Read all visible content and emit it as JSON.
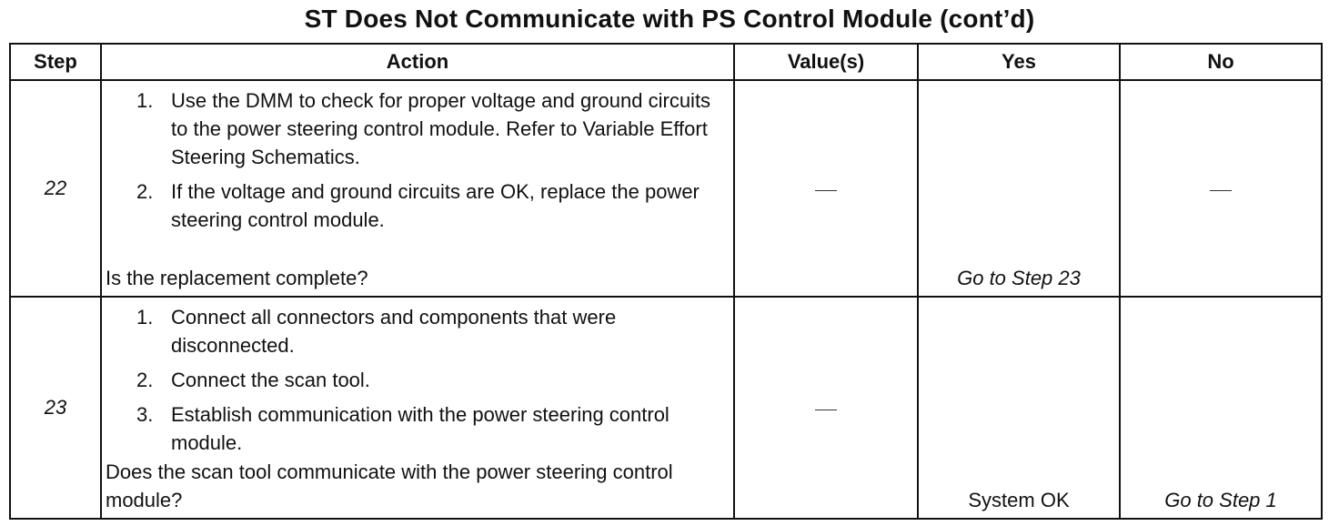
{
  "title": "ST Does Not Communicate with PS Control Module (cont’d)",
  "headers": {
    "step": "Step",
    "action": "Action",
    "values": "Value(s)",
    "yes": "Yes",
    "no": "No"
  },
  "rows": [
    {
      "step": "22",
      "actions": [
        {
          "num": "1.",
          "text": "Use the DMM to check for proper voltage and ground circuits to the power steering control module. Refer to Variable Effort Steering Schematics."
        },
        {
          "num": "2.",
          "text": "If the voltage and ground circuits are OK, replace the power steering control module."
        }
      ],
      "question": "Is the replacement complete?",
      "value": "—",
      "yes": "Go to Step 23",
      "no": "—"
    },
    {
      "step": "23",
      "actions": [
        {
          "num": "1.",
          "text": "Connect all connectors and components that were disconnected."
        },
        {
          "num": "2.",
          "text": "Connect the scan tool."
        },
        {
          "num": "3.",
          "text": "Establish communication with the power steering control module."
        }
      ],
      "question": "Does the scan tool communicate with the power steering control module?",
      "value": "—",
      "yes": "System OK",
      "no": "Go to Step 1"
    }
  ]
}
